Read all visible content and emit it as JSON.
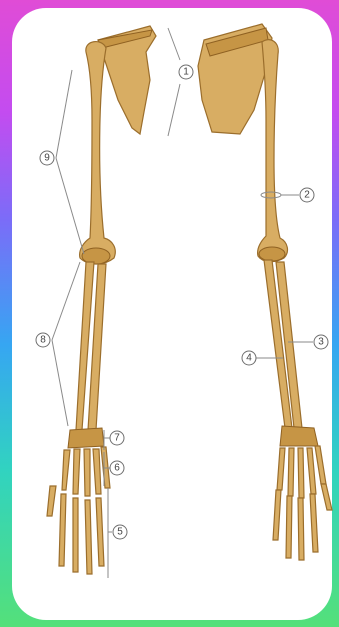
{
  "labels": {
    "l1": "1",
    "l2": "2",
    "l3": "3",
    "l4": "4",
    "l5": "5",
    "l6": "6",
    "l7": "7",
    "l8": "8",
    "l9": "9"
  },
  "colors": {
    "bone": "#d8ad63",
    "bone_outline": "#9b6e2c",
    "leader_line": "#8a8a8a",
    "frame_top": "#e04cd6",
    "frame_bottom": "#54e07a"
  }
}
